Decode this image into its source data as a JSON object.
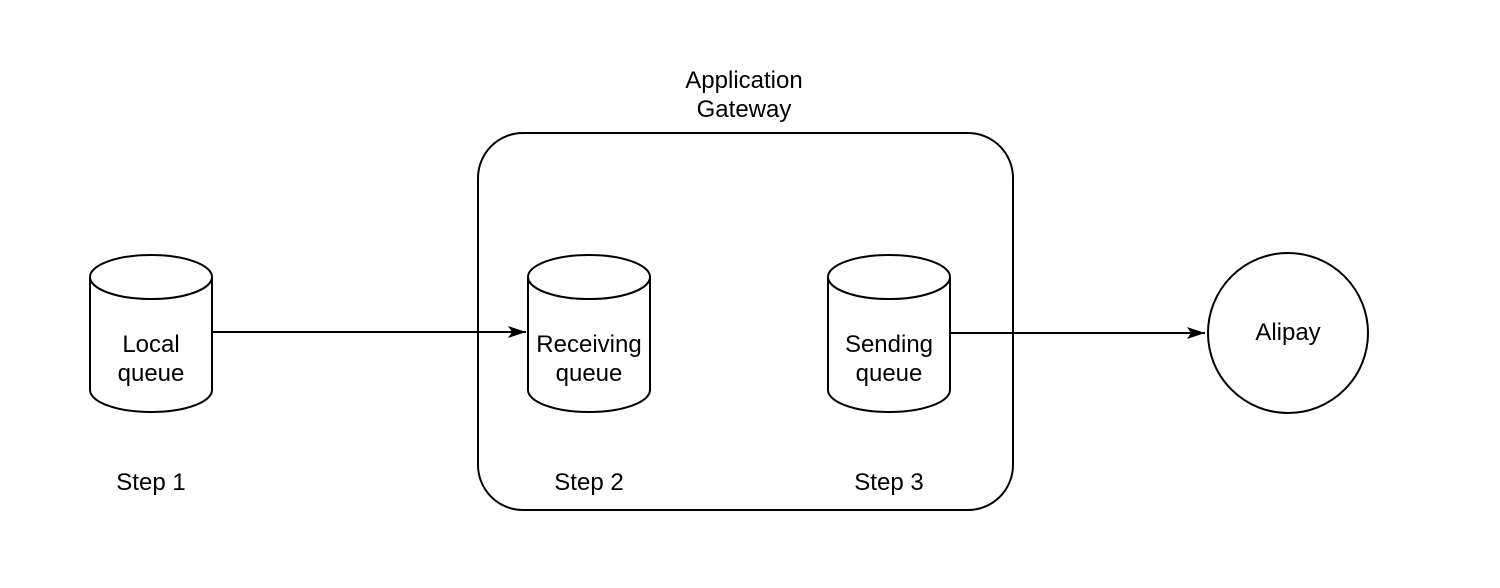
{
  "colors": {
    "stroke": "#000000",
    "shape_fill": "#ffffff",
    "background": "#ffffff",
    "text": "#000000"
  },
  "diagram": {
    "gateway": {
      "title": "Application\nGateway"
    },
    "nodes": {
      "local_queue": {
        "label": "Local\nqueue",
        "shape": "cylinder",
        "step_label": "Step 1"
      },
      "receiving_queue": {
        "label": "Receiving\nqueue",
        "shape": "cylinder",
        "step_label": "Step 2",
        "container": "Application Gateway"
      },
      "sending_queue": {
        "label": "Sending\nqueue",
        "shape": "cylinder",
        "step_label": "Step 3",
        "container": "Application Gateway"
      },
      "alipay": {
        "label": "Alipay",
        "shape": "circle"
      }
    },
    "connections": [
      {
        "from": "local_queue",
        "to": "receiving_queue",
        "style": "arrow"
      },
      {
        "from": "sending_queue",
        "to": "alipay",
        "style": "arrow"
      }
    ]
  }
}
